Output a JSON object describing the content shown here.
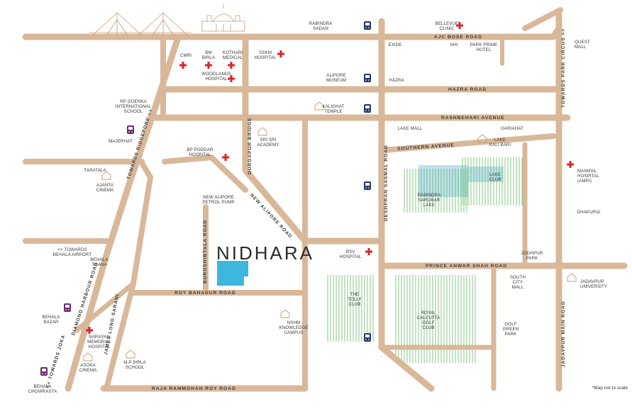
{
  "project": {
    "name": "NIDHARA"
  },
  "note": "*Map not to scale",
  "colors": {
    "road": "#d9b89a",
    "metro": "#23356b",
    "rail": "#6a2a73",
    "hospital": "#d9262b",
    "park": "#52b152",
    "lake": "#bfe0f0",
    "site": "#3db7dd",
    "landmark": "#c79a78"
  },
  "roads": [
    {
      "id": "ajc-bose-road",
      "label": "AJC BOSE ROAD"
    },
    {
      "id": "hazra-road",
      "label": "HAZRA ROAD"
    },
    {
      "id": "rashbehari-avenue",
      "label": "RASHBEHARI AVENUE"
    },
    {
      "id": "southern-avenue",
      "label": "SOUTHERN AVENUE"
    },
    {
      "id": "prince-anwar-shah-road",
      "label": "PRINCE ANWAR SHAH ROAD"
    },
    {
      "id": "roy-bahadur-road",
      "label": "ROY BAHADUR ROAD"
    },
    {
      "id": "raja-rammohan-roy-road",
      "label": "RAJA RAMMOHAN ROY ROAD"
    },
    {
      "id": "durgapur-bridge",
      "label": "DURGAPUR BRIDGE"
    },
    {
      "id": "new-alipore-road",
      "label": "NEW ALIPORE ROAD"
    },
    {
      "id": "deshpran-sasmal-road",
      "label": "DESHPRAN SASMAL ROAD"
    },
    {
      "id": "diamond-harbour-road",
      "label": "DIAMOND HARBOUR ROAD"
    },
    {
      "id": "james-long-sarani",
      "label": "JAMES LONG SARANI"
    },
    {
      "id": "buroshibtala-road",
      "label": "BUROSHIBTALA ROAD"
    },
    {
      "id": "jadavpur-main-road",
      "label": "JADAVPUR MAIN ROAD"
    },
    {
      "id": "towards-park-circus",
      "label": "TOWARDS PARK CIRCUS >>"
    },
    {
      "id": "towards-ridgeport",
      "label": "TOWARDS RIDGEPORE >>"
    },
    {
      "id": "towards-joka",
      "label": "<< TOWARDS JOKA"
    }
  ],
  "places": [
    {
      "id": "rabindra-sadan",
      "label": "RABINDRA\nSADAN"
    },
    {
      "id": "bellevue-clinic",
      "label": "BELLEVUE\nCLINIC"
    },
    {
      "id": "quest-mall",
      "label": "QUEST\nMALL"
    },
    {
      "id": "exide",
      "label": "EXIDE"
    },
    {
      "id": "hhi",
      "label": "HHI"
    },
    {
      "id": "park-prime-hotel",
      "label": "PARK PRIME\nHOTEL"
    },
    {
      "id": "cmri",
      "label": "CMRI"
    },
    {
      "id": "bm-birla",
      "label": "BM\nBIRLA"
    },
    {
      "id": "kothari-medical",
      "label": "KOTHARI\nMEDICAL"
    },
    {
      "id": "sskm-hospital",
      "label": "SSKM\nHOSPITAL"
    },
    {
      "id": "woodlands-hospital",
      "label": "WOODLANDS\nHOSPITAL"
    },
    {
      "id": "alipore-museum",
      "label": "ALIPORE\nMUSEUM"
    },
    {
      "id": "hazra",
      "label": "HAZRA"
    },
    {
      "id": "rp-goenka-school",
      "label": "RP GOENKA\nINTERNATIONAL\nSCHOOL"
    },
    {
      "id": "kalighat-temple",
      "label": "KALIGHAT\nTEMPLE"
    },
    {
      "id": "majerhat",
      "label": "MAJERHAT"
    },
    {
      "id": "lake-mall",
      "label": "LAKE MALL"
    },
    {
      "id": "gariahat",
      "label": "GARIAHAT"
    },
    {
      "id": "lake-kali-bari",
      "label": "LAKE\nKALI BARI"
    },
    {
      "id": "sri-sri-academy",
      "label": "SRI SRI\nACADEMY"
    },
    {
      "id": "bp-poddar-hospital",
      "label": "BP PODDAR\nHOSPITAL"
    },
    {
      "id": "taratala",
      "label": "TARATALA"
    },
    {
      "id": "ajanta-cinema",
      "label": "AJANTA\nCINEMA"
    },
    {
      "id": "lake-club",
      "label": "LAKE\nCLUB"
    },
    {
      "id": "rabindra-sarobar-lake",
      "label": "RABINDRA\nSAROBAR\nLAKE"
    },
    {
      "id": "manipal-hospital",
      "label": "MANIPAL\nHOSPITAL\n(AMRI)"
    },
    {
      "id": "new-alipore-petrol-pump",
      "label": "NEW ALIPORE\nPETROL PUMP"
    },
    {
      "id": "dhakuria",
      "label": "DHAKURIA"
    },
    {
      "id": "towards-behala-airport",
      "label": "<< TOWARDS\nBEHALA AIRPORT"
    },
    {
      "id": "behala-thana",
      "label": "BEHALA\nTHANA"
    },
    {
      "id": "rsv-hospital",
      "label": "RSV\nHOSPITAL"
    },
    {
      "id": "jodhpur-park",
      "label": "JODHPUR\nPARK"
    },
    {
      "id": "south-city-mall",
      "label": "SOUTH\nCITY\nMALL"
    },
    {
      "id": "jadavpur-university",
      "label": "JADAVPUR\nUNIVERSITY"
    },
    {
      "id": "the-tolly-club",
      "label": "THE\nTOLLY\nCLUB"
    },
    {
      "id": "royal-calcutta-golf-club",
      "label": "ROYAL\nCALCUTTA\nGOLF\nCLUB"
    },
    {
      "id": "behala-bazar",
      "label": "BEHALA\nBAZAR"
    },
    {
      "id": "nshm-knowledge-campus",
      "label": "NSHM\nKNOWLEDGE\nCAMPUS"
    },
    {
      "id": "golf-green-park",
      "label": "GOLF\nGREEN\nPARK"
    },
    {
      "id": "narayan-memorial-hospital",
      "label": "NARAYAN\nMEMORIAL\nHOSPITAL"
    },
    {
      "id": "asoka-cinema",
      "label": "ASOKA\nCINEMA"
    },
    {
      "id": "mp-birla-school",
      "label": "M.P BIRLA\nSCHOOL"
    },
    {
      "id": "behala-chowrasta",
      "label": "BEHALA\nCHOWRASTA"
    }
  ]
}
